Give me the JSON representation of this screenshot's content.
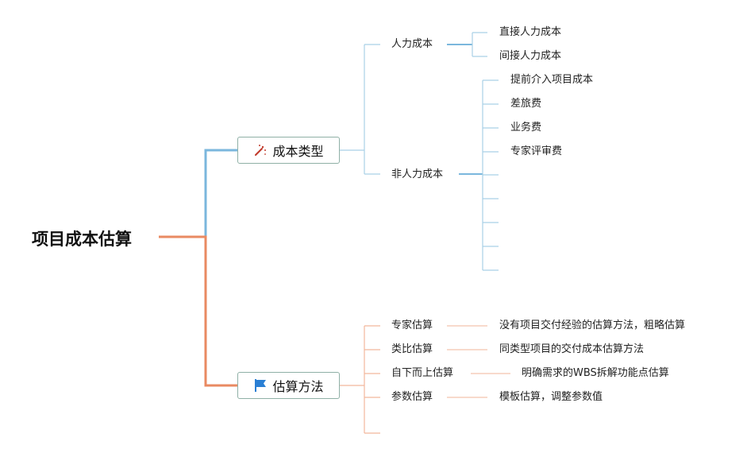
{
  "root": {
    "label": "项目成本估算"
  },
  "branches": [
    {
      "label": "成本类型",
      "icon": "magic-wand-icon",
      "color": "#6fb0d8",
      "children": [
        {
          "label": "人力成本",
          "children": [
            "直接人力成本",
            "间接人力成本"
          ]
        },
        {
          "label": "非人力成本",
          "children": [
            "提前介入项目成本",
            "差旅费",
            "业务费",
            "专家评审费",
            "",
            "",
            "",
            "",
            ""
          ]
        }
      ]
    },
    {
      "label": "估算方法",
      "icon": "flag-icon",
      "color": "#e98a62",
      "children": [
        {
          "label": "专家估算",
          "children": [
            "没有项目交付经验的估算方法，粗略估算"
          ]
        },
        {
          "label": "类比估算",
          "children": [
            "同类型项目的交付成本估算方法"
          ]
        },
        {
          "label": "自下而上估算",
          "children": [
            "明确需求的WBS拆解功能点估算"
          ]
        },
        {
          "label": "参数估算",
          "children": [
            "模板估算，调整参数值"
          ]
        },
        {
          "label": "",
          "children": []
        }
      ]
    }
  ]
}
